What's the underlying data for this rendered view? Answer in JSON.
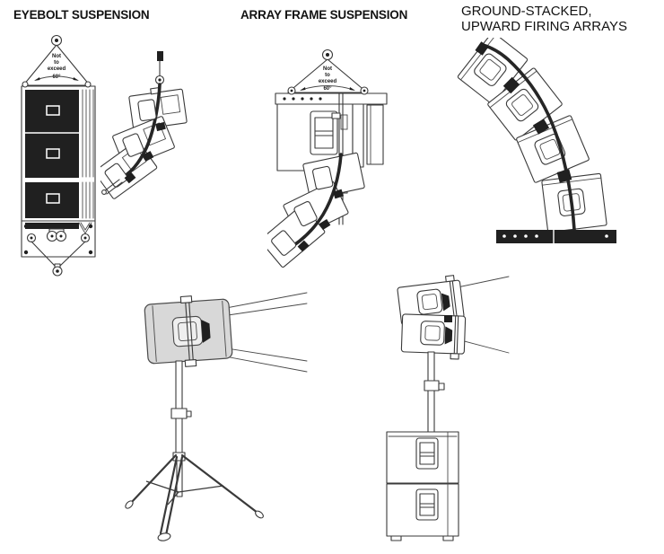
{
  "meta": {
    "background": "#ffffff",
    "ink_color": "#3a3a3a",
    "dark_fill": "#202020",
    "gray_fill": "#d8d8d8"
  },
  "titles": {
    "eyebolt": "EYEBOLT SUSPENSION",
    "array_frame": "ARRAY FRAME SUSPENSION",
    "ground_stacked_line1": "GROUND-STACKED,",
    "ground_stacked_line2": "UPWARD FIRING ARRAYS"
  },
  "warning": {
    "line1": "Not",
    "line2": "to",
    "line3": "exceed",
    "line4": "60°"
  },
  "figures": {
    "eyebolt_front": "eyebolt-suspension-front-view",
    "eyebolt_side": "eyebolt-suspension-side-array",
    "array_frame": "array-frame-suspension",
    "ground_stacked": "ground-stacked-upward-firing-array",
    "tripod": "speaker-on-tripod-stand",
    "pole_on_subs": "speaker-array-pole-mounted-on-subwoofers"
  }
}
